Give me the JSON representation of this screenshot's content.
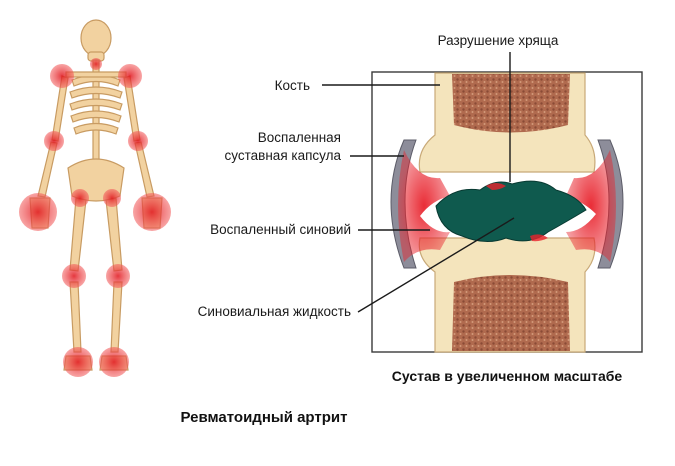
{
  "title": "Ревматоидный артрит",
  "inset_caption": "Сустав в увеличенном масштабе",
  "labels": {
    "cartilage_destruction": "Разрушение хряща",
    "bone": "Кость",
    "capsule_line1": "Воспаленная",
    "capsule_line2": "суставная капсула",
    "synovium": "Воспаленный синовий",
    "synovial_fluid": "Синовиальная жидкость"
  },
  "colors": {
    "inflammation": "#e8222c",
    "bone_cortex": "#f2e2b8",
    "bone_marrow": "#a8654a",
    "synovial_fluid": "#0f5a4e",
    "skeleton_bone": "#f2d2a0"
  }
}
